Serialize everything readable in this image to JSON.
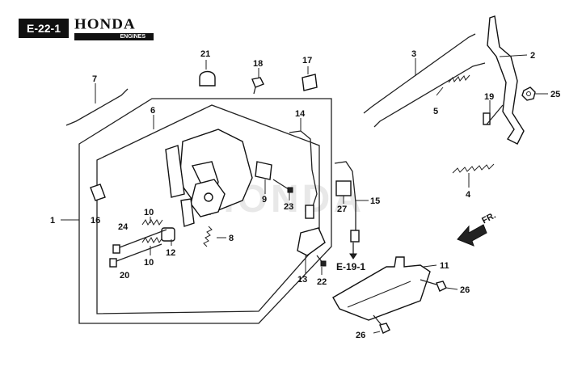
{
  "header": {
    "section_code": "E-22-1",
    "brand_name": "HONDA",
    "brand_sub": "ENGINES"
  },
  "direction_label": "FR.",
  "cross_reference": "E-19-1",
  "callouts": [
    {
      "id": "c1",
      "label": "1"
    },
    {
      "id": "c2",
      "label": "2"
    },
    {
      "id": "c3",
      "label": "3"
    },
    {
      "id": "c4",
      "label": "4"
    },
    {
      "id": "c5",
      "label": "5"
    },
    {
      "id": "c6",
      "label": "6"
    },
    {
      "id": "c7",
      "label": "7"
    },
    {
      "id": "c8",
      "label": "8"
    },
    {
      "id": "c9",
      "label": "9"
    },
    {
      "id": "c10a",
      "label": "10"
    },
    {
      "id": "c10b",
      "label": "10"
    },
    {
      "id": "c11",
      "label": "11"
    },
    {
      "id": "c12",
      "label": "12"
    },
    {
      "id": "c13",
      "label": "13"
    },
    {
      "id": "c14",
      "label": "14"
    },
    {
      "id": "c15",
      "label": "15"
    },
    {
      "id": "c16",
      "label": "16"
    },
    {
      "id": "c17",
      "label": "17"
    },
    {
      "id": "c18",
      "label": "18"
    },
    {
      "id": "c19",
      "label": "19"
    },
    {
      "id": "c20",
      "label": "20"
    },
    {
      "id": "c21",
      "label": "21"
    },
    {
      "id": "c22",
      "label": "22"
    },
    {
      "id": "c23",
      "label": "23"
    },
    {
      "id": "c24",
      "label": "24"
    },
    {
      "id": "c25",
      "label": "25"
    },
    {
      "id": "c26a",
      "label": "26"
    },
    {
      "id": "c26b",
      "label": "26"
    },
    {
      "id": "c27",
      "label": "27"
    }
  ]
}
